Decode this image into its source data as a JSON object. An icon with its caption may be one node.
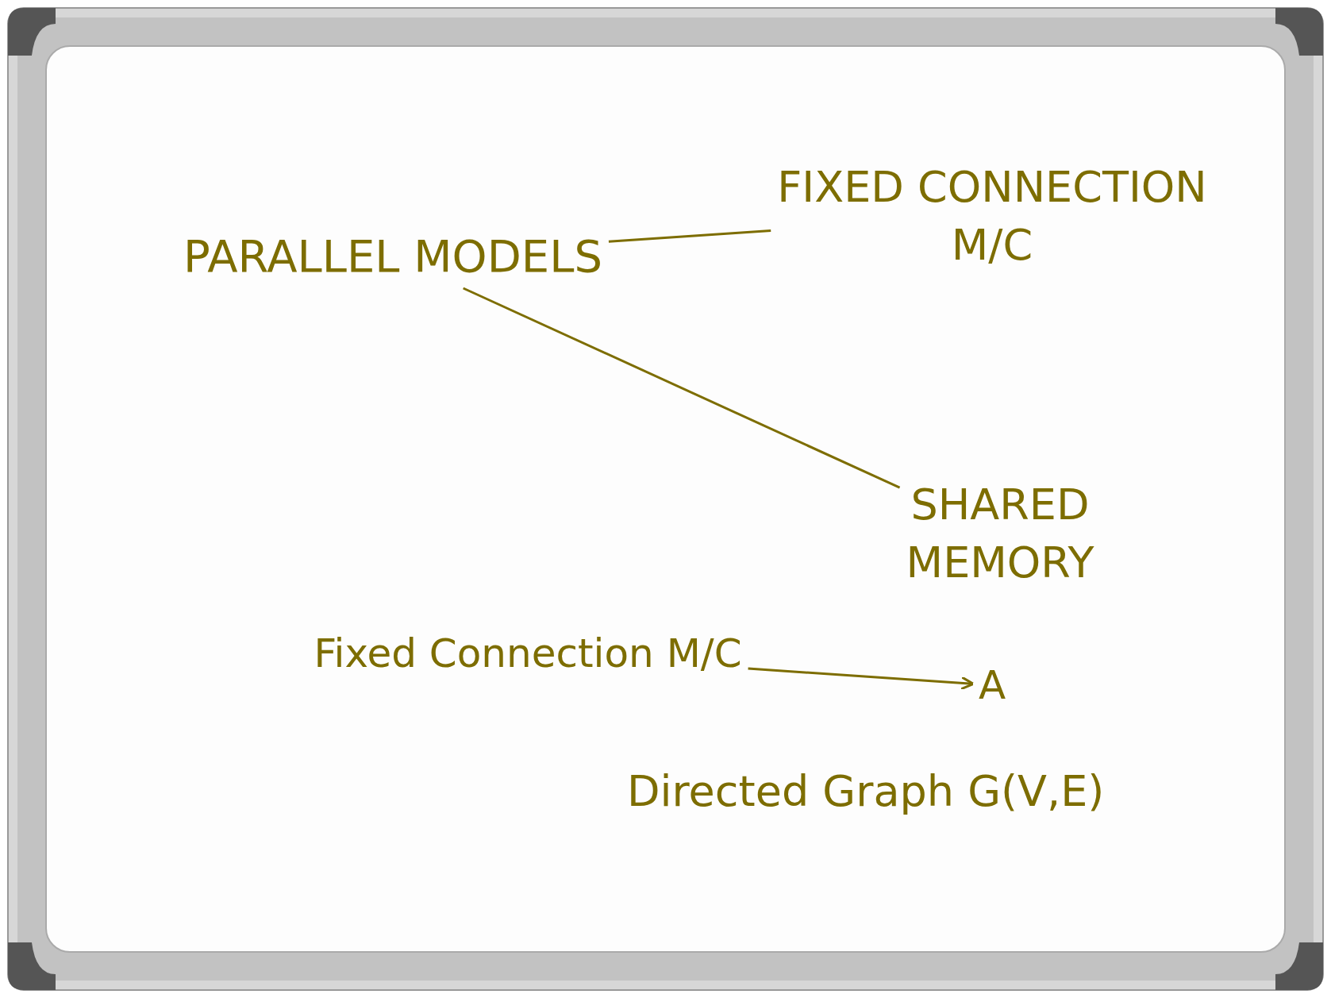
{
  "diagram": {
    "nodes": [
      {
        "text": [
          "PARALLEL MODELS"
        ]
      },
      {
        "text": [
          "FIXED CONNECTION M/C"
        ]
      },
      {
        "text": [
          "SHARED MEMORY"
        ]
      },
      {
        "text": [
          "Fixed Connection M/C"
        ]
      },
      {
        "text": [
          "A"
        ]
      }
    ],
    "edges": [
      {
        "from": 0,
        "to": 1,
        "arrow": "none"
      },
      {
        "from": 0,
        "to": 2,
        "arrow": "none"
      },
      {
        "from": 3,
        "to": 4,
        "arrow": "to"
      }
    ],
    "labels": [
      "Directed Graph G(V,E)"
    ]
  }
}
